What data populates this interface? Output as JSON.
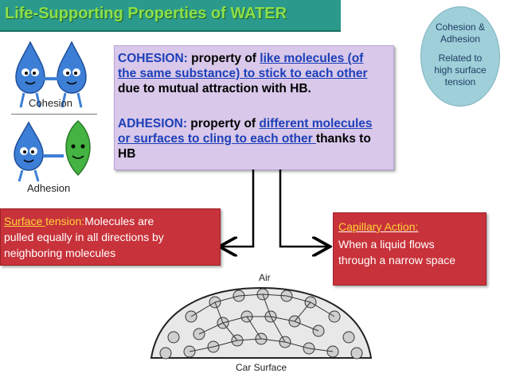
{
  "title": "Life-Supporting Properties of WATER",
  "bubble": {
    "line1": "Cohesion &",
    "line2": "Adhesion",
    "line3": "Related to",
    "line4": "high surface",
    "line5": "tension"
  },
  "main": {
    "cohesion_term": "COHESION:",
    "cohesion_text_a": " property of ",
    "cohesion_link_a": "like molecules (of",
    "cohesion_link_b": "the same substance) to stick to each other",
    "cohesion_text_b": "due to mutual attraction with HB.",
    "adhesion_term": "ADHESION:",
    "adhesion_text_a": " property of ",
    "adhesion_link_a": "different molecules",
    "adhesion_link_b": "or surfaces to cling to each other ",
    "adhesion_text_b": "thanks to",
    "adhesion_text_c": "HB"
  },
  "left_illus": {
    "cohesion_label": "Cohesion",
    "adhesion_label": "Adhesion"
  },
  "surface": {
    "head_a": "Surface ",
    "head_b": "tension:",
    "text_a": "Molecules are",
    "text_b": "pulled equally in all directions by",
    "text_c": "neighboring molecules"
  },
  "capillary": {
    "head": "Capillary Action:",
    "text_a": "When a liquid flows",
    "text_b": "through a narrow space"
  },
  "diagram": {
    "top_label": "Air",
    "bottom_label": "Car Surface"
  },
  "colors": {
    "title_bg": "#2b9a8c",
    "title_text": "#8ce04a",
    "main_box": "#d9c8ea",
    "red_box": "#c8323a",
    "bubble": "#9fcfd8"
  }
}
